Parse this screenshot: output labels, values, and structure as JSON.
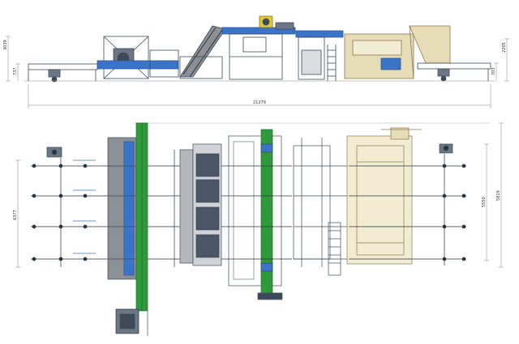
{
  "dimensions": {
    "total_length": "21279",
    "height_overall": "3039",
    "height_right": "2205",
    "left_table_height": "737",
    "right_table_height": "703",
    "plan_width_left": "6377",
    "plan_width_right_inner": "5550",
    "plan_width_right_outer": "5819"
  },
  "colors": {
    "steel": "#3d4a5a",
    "frame": "#6b7785",
    "conveyor_blue": "#3a73c8",
    "belt_green": "#2f9a3a",
    "panel_gray": "#8b8f96",
    "cream_frame": "#e6dcb8",
    "dim_line": "#666666",
    "yellow_accent": "#e3c53a"
  },
  "icons": [
    "motor-icon",
    "gearbox-icon",
    "control-cabinet-icon",
    "ladder-icon"
  ]
}
